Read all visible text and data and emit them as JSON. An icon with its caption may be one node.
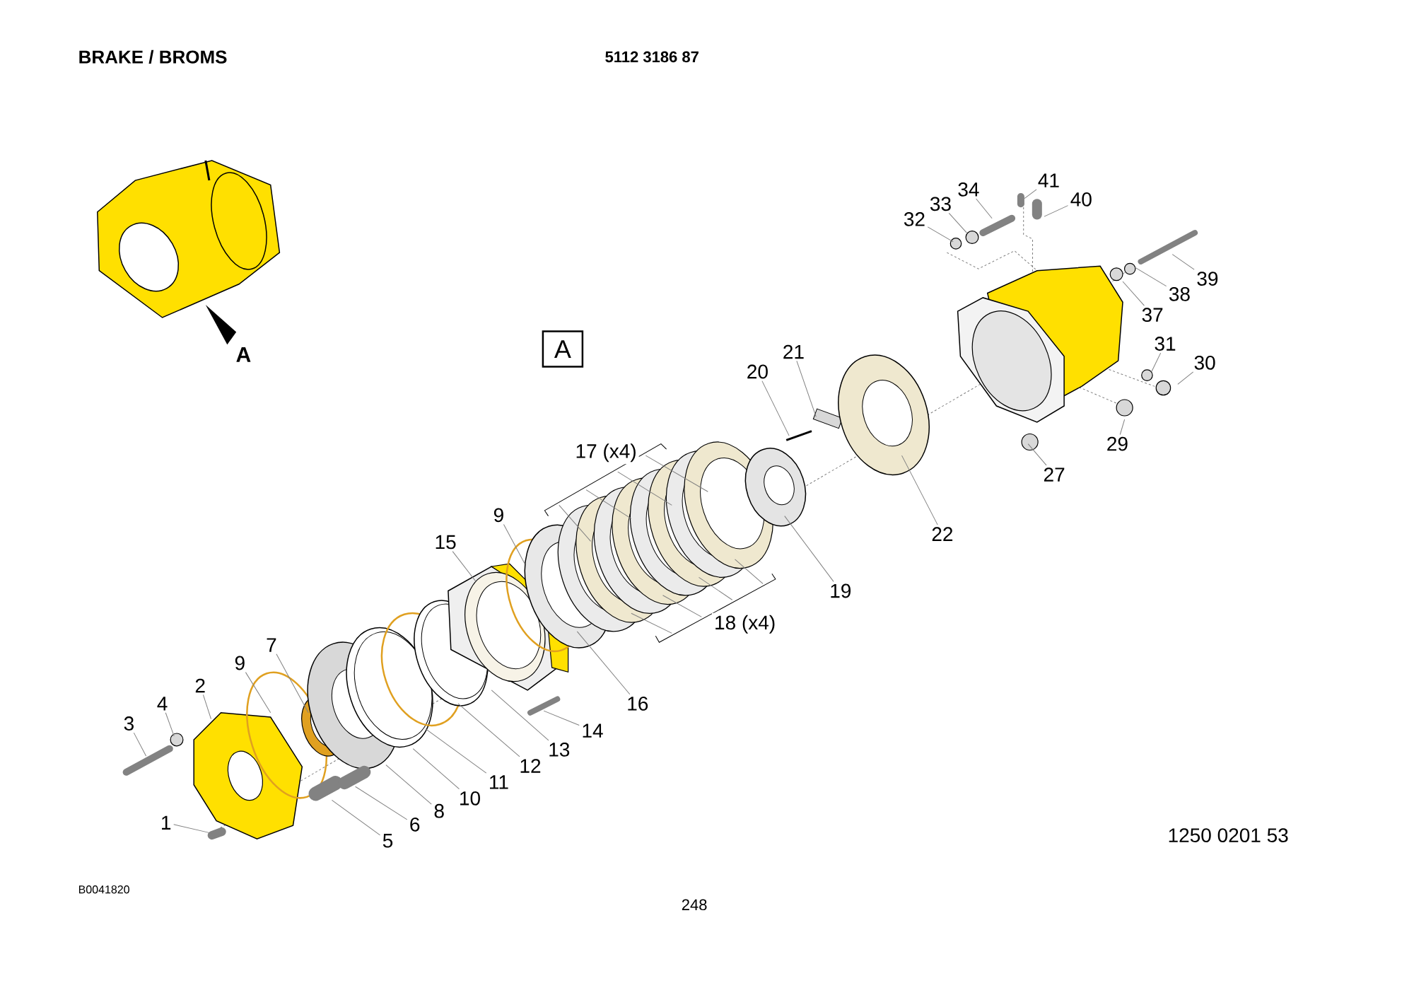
{
  "diagram": {
    "title": "BRAKE / BROMS",
    "nodes": [
      {
        "text": [
          "A"
        ]
      },
      {
        "text": [
          "1"
        ]
      },
      {
        "text": [
          "2"
        ]
      },
      {
        "text": [
          "3"
        ]
      },
      {
        "text": [
          "4"
        ]
      },
      {
        "text": [
          "5"
        ]
      },
      {
        "text": [
          "6"
        ]
      },
      {
        "text": [
          "7"
        ]
      },
      {
        "text": [
          "8"
        ]
      },
      {
        "text": [
          "9"
        ]
      },
      {
        "text": [
          "10"
        ]
      },
      {
        "text": [
          "11"
        ]
      },
      {
        "text": [
          "12"
        ]
      },
      {
        "text": [
          "13"
        ]
      },
      {
        "text": [
          "14"
        ]
      },
      {
        "text": [
          "15"
        ]
      },
      {
        "text": [
          "9"
        ]
      },
      {
        "text": [
          "16"
        ]
      },
      {
        "text": [
          "17 (x4)"
        ]
      },
      {
        "text": [
          "18 (x4)"
        ]
      },
      {
        "text": [
          "19"
        ]
      },
      {
        "text": [
          "20"
        ]
      },
      {
        "text": [
          "21"
        ]
      },
      {
        "text": [
          "22"
        ]
      },
      {
        "text": [
          "27"
        ]
      },
      {
        "text": [
          "29"
        ]
      },
      {
        "text": [
          "30"
        ]
      },
      {
        "text": [
          "31"
        ]
      },
      {
        "text": [
          "32"
        ]
      },
      {
        "text": [
          "33"
        ]
      },
      {
        "text": [
          "34"
        ]
      },
      {
        "text": [
          "37"
        ]
      },
      {
        "text": [
          "38"
        ]
      },
      {
        "text": [
          "39"
        ]
      },
      {
        "text": [
          "40"
        ]
      },
      {
        "text": [
          "41"
        ]
      }
    ],
    "edges": [
      {
        "from": 1,
        "to": null,
        "arrow": "none"
      },
      {
        "from": 2,
        "to": null,
        "arrow": "none"
      },
      {
        "from": 3,
        "to": null,
        "arrow": "none"
      },
      {
        "from": 4,
        "to": null,
        "arrow": "none"
      },
      {
        "from": 5,
        "to": null,
        "arrow": "none"
      },
      {
        "from": 6,
        "to": null,
        "arrow": "none"
      },
      {
        "from": 7,
        "to": null,
        "arrow": "none"
      },
      {
        "from": 8,
        "to": null,
        "arrow": "none"
      },
      {
        "from": 9,
        "to": null,
        "arrow": "none"
      },
      {
        "from": 10,
        "to": null,
        "arrow": "none"
      },
      {
        "from": 11,
        "to": null,
        "arrow": "none"
      },
      {
        "from": 12,
        "to": null,
        "arrow": "none"
      },
      {
        "from": 13,
        "to": null,
        "arrow": "none"
      },
      {
        "from": 14,
        "to": null,
        "arrow": "none"
      },
      {
        "from": 15,
        "to": null,
        "arrow": "none"
      },
      {
        "from": 16,
        "to": null,
        "arrow": "none"
      },
      {
        "from": 17,
        "to": null,
        "arrow": "none"
      },
      {
        "from": 20,
        "to": null,
        "arrow": "none"
      },
      {
        "from": 21,
        "to": null,
        "arrow": "none"
      },
      {
        "from": 22,
        "to": null,
        "arrow": "none"
      },
      {
        "from": 23,
        "to": null,
        "arrow": "none"
      },
      {
        "from": 24,
        "to": null,
        "arrow": "none"
      },
      {
        "from": 25,
        "to": null,
        "arrow": "none"
      },
      {
        "from": 26,
        "to": null,
        "arrow": "none"
      },
      {
        "from": 27,
        "to": null,
        "arrow": "none"
      },
      {
        "from": 28,
        "to": null,
        "arrow": "none"
      },
      {
        "from": 29,
        "to": null,
        "arrow": "none"
      },
      {
        "from": 30,
        "to": null,
        "arrow": "none"
      },
      {
        "from": 31,
        "to": null,
        "arrow": "none"
      },
      {
        "from": 32,
        "to": null,
        "arrow": "none"
      },
      {
        "from": 33,
        "to": null,
        "arrow": "none"
      },
      {
        "from": 34,
        "to": null,
        "arrow": "none"
      },
      {
        "from": 35,
        "to": null,
        "arrow": "none"
      },
      {
        "from": 18,
        "to": null,
        "arrow": "none"
      },
      {
        "from": 18,
        "to": null,
        "arrow": "none"
      },
      {
        "from": 18,
        "to": null,
        "arrow": "none"
      },
      {
        "from": 18,
        "to": null,
        "arrow": "none"
      },
      {
        "from": 19,
        "to": null,
        "arrow": "none"
      },
      {
        "from": 19,
        "to": null,
        "arrow": "none"
      },
      {
        "from": 19,
        "to": null,
        "arrow": "none"
      },
      {
        "from": 19,
        "to": null,
        "arrow": "none"
      }
    ],
    "labels": [
      "5112 3186 87",
      "A",
      "1250 0201 53",
      "B0041820",
      "248"
    ]
  }
}
